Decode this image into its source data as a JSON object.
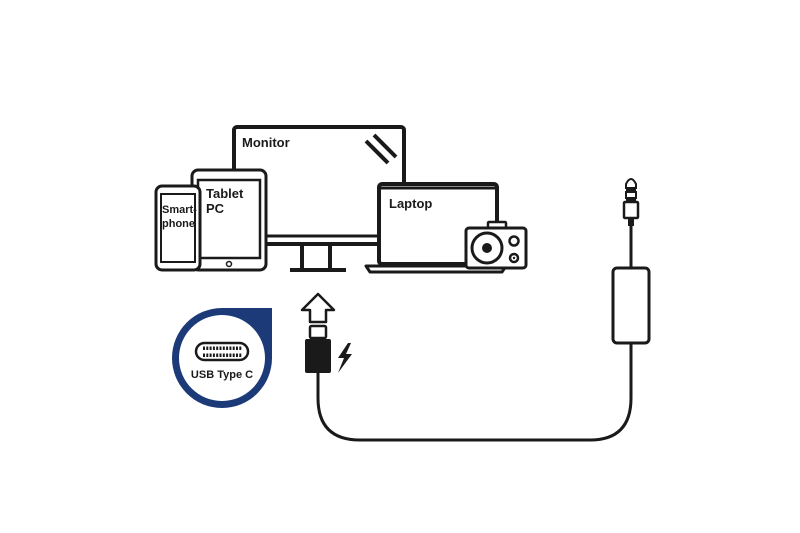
{
  "labels": {
    "monitor": "Monitor",
    "tablet_line1": "Tablet",
    "tablet_line2": "PC",
    "smartphone_line1": "Smart-",
    "smartphone_line2": "phone",
    "laptop": "Laptop",
    "usb_badge": "USB Type C"
  },
  "colors": {
    "line": "#1a1a1a",
    "badge_ring": "#1c3a78",
    "background": "#ffffff"
  },
  "icons": {
    "arrow": "up-arrow-icon",
    "bolt": "lightning-bolt-icon",
    "plug": "usb-c-plug-icon",
    "jack": "audio-jack-icon"
  }
}
